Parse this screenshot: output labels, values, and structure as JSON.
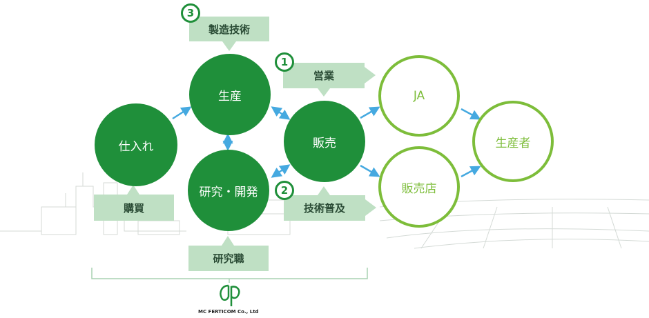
{
  "colors": {
    "dark_green": "#1f8f3a",
    "light_green": "#7dbd3a",
    "pale_green": "#bfe0c4",
    "arrow_blue": "#45a9e0",
    "scenery_gray": "#d9dedb"
  },
  "nodes": {
    "purchasing": "仕入れ",
    "production": "生産",
    "sales": "販売",
    "research": "研究・開発",
    "ja": "JA",
    "retailer": "販売店",
    "producer": "生産者"
  },
  "boxes": {
    "manufacturing_tech": "製造技術",
    "sales_business": "営業",
    "tech_extension": "技術普及",
    "procurement": "購買",
    "researcher": "研究職"
  },
  "badges": {
    "one": "1",
    "two": "2",
    "three": "3"
  },
  "logo": {
    "company": "MC FERTICOM Co., Ltd"
  }
}
